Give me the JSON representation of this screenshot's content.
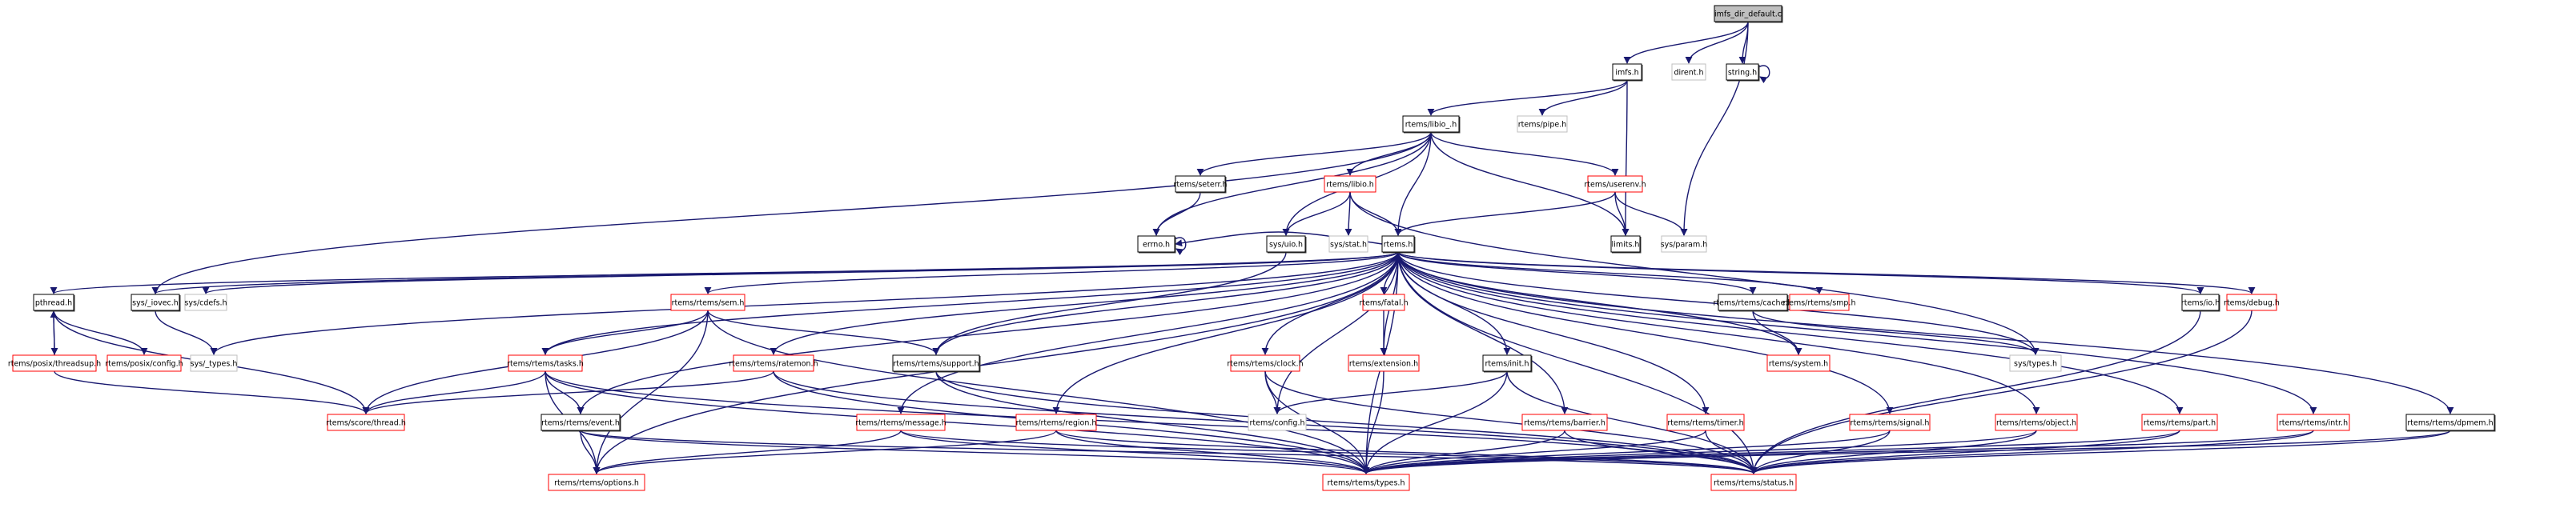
{
  "title": "imfs_dir_default.c include dependency graph",
  "colors": {
    "edge": "#191970",
    "root_fill": "#bfbfbf",
    "documented_border": "#000000",
    "undocumented_border": "#ff0000",
    "external_border": "#bfbfbf"
  },
  "nodes": [
    {
      "id": "root",
      "label": "imfs_dir_default.c",
      "kind": "root"
    },
    {
      "id": "imfs",
      "label": "imfs.h",
      "kind": "documented"
    },
    {
      "id": "dirent",
      "label": "dirent.h",
      "kind": "external"
    },
    {
      "id": "string",
      "label": "string.h",
      "kind": "documented"
    },
    {
      "id": "libio_",
      "label": "rtems/libio_.h",
      "kind": "documented"
    },
    {
      "id": "pipe",
      "label": "rtems/pipe.h",
      "kind": "external"
    },
    {
      "id": "seterr",
      "label": "rtems/seterr.h",
      "kind": "documented"
    },
    {
      "id": "libio",
      "label": "rtems/libio.h",
      "kind": "undocumented"
    },
    {
      "id": "userenv",
      "label": "rtems/userenv.h",
      "kind": "undocumented"
    },
    {
      "id": "errno",
      "label": "errno.h",
      "kind": "documented"
    },
    {
      "id": "uio",
      "label": "sys/uio.h",
      "kind": "documented"
    },
    {
      "id": "stat",
      "label": "sys/stat.h",
      "kind": "external"
    },
    {
      "id": "rtems",
      "label": "rtems.h",
      "kind": "documented"
    },
    {
      "id": "limits",
      "label": "limits.h",
      "kind": "documented"
    },
    {
      "id": "param",
      "label": "sys/param.h",
      "kind": "external"
    },
    {
      "id": "pthread",
      "label": "pthread.h",
      "kind": "documented"
    },
    {
      "id": "iovec",
      "label": "sys/_iovec.h",
      "kind": "documented"
    },
    {
      "id": "cdefs",
      "label": "sys/cdefs.h",
      "kind": "external"
    },
    {
      "id": "sem",
      "label": "rtems/rtems/sem.h",
      "kind": "undocumented"
    },
    {
      "id": "fatal",
      "label": "rtems/fatal.h",
      "kind": "undocumented"
    },
    {
      "id": "cache",
      "label": "rtems/rtems/cache.h",
      "kind": "documented"
    },
    {
      "id": "smp",
      "label": "rtems/rtems/smp.h",
      "kind": "undocumented"
    },
    {
      "id": "io",
      "label": "rtems/io.h",
      "kind": "documented"
    },
    {
      "id": "debug",
      "label": "rtems/debug.h",
      "kind": "undocumented"
    },
    {
      "id": "threadsup",
      "label": "rtems/posix/threadsup.h",
      "kind": "undocumented"
    },
    {
      "id": "posixconfig",
      "label": "rtems/posix/config.h",
      "kind": "undocumented"
    },
    {
      "id": "_types",
      "label": "sys/_types.h",
      "kind": "external"
    },
    {
      "id": "tasks",
      "label": "rtems/rtems/tasks.h",
      "kind": "undocumented"
    },
    {
      "id": "ratemon",
      "label": "rtems/rtems/ratemon.h",
      "kind": "undocumented"
    },
    {
      "id": "support",
      "label": "rtems/rtems/support.h",
      "kind": "documented"
    },
    {
      "id": "clock",
      "label": "rtems/rtems/clock.h",
      "kind": "undocumented"
    },
    {
      "id": "extension",
      "label": "rtems/extension.h",
      "kind": "undocumented"
    },
    {
      "id": "init",
      "label": "rtems/init.h",
      "kind": "documented"
    },
    {
      "id": "system",
      "label": "rtems/system.h",
      "kind": "undocumented"
    },
    {
      "id": "systypes",
      "label": "sys/types.h",
      "kind": "external"
    },
    {
      "id": "thread",
      "label": "rtems/score/thread.h",
      "kind": "undocumented"
    },
    {
      "id": "event",
      "label": "rtems/rtems/event.h",
      "kind": "documented"
    },
    {
      "id": "message",
      "label": "rtems/rtems/message.h",
      "kind": "undocumented"
    },
    {
      "id": "region",
      "label": "rtems/rtems/region.h",
      "kind": "undocumented"
    },
    {
      "id": "config",
      "label": "rtems/config.h",
      "kind": "external"
    },
    {
      "id": "barrier",
      "label": "rtems/rtems/barrier.h",
      "kind": "undocumented"
    },
    {
      "id": "timer",
      "label": "rtems/rtems/timer.h",
      "kind": "undocumented"
    },
    {
      "id": "signal",
      "label": "rtems/rtems/signal.h",
      "kind": "undocumented"
    },
    {
      "id": "object",
      "label": "rtems/rtems/object.h",
      "kind": "undocumented"
    },
    {
      "id": "part",
      "label": "rtems/rtems/part.h",
      "kind": "undocumented"
    },
    {
      "id": "intr",
      "label": "rtems/rtems/intr.h",
      "kind": "undocumented"
    },
    {
      "id": "dpmem",
      "label": "rtems/rtems/dpmem.h",
      "kind": "documented"
    },
    {
      "id": "options",
      "label": "rtems/rtems/options.h",
      "kind": "undocumented"
    },
    {
      "id": "types",
      "label": "rtems/rtems/types.h",
      "kind": "undocumented"
    },
    {
      "id": "status",
      "label": "rtems/rtems/status.h",
      "kind": "undocumented"
    }
  ],
  "edges": [
    [
      "root",
      "imfs"
    ],
    [
      "root",
      "dirent"
    ],
    [
      "root",
      "string"
    ],
    [
      "root",
      "param"
    ],
    [
      "string",
      "string"
    ],
    [
      "imfs",
      "libio_"
    ],
    [
      "imfs",
      "pipe"
    ],
    [
      "imfs",
      "limits"
    ],
    [
      "libio_",
      "seterr"
    ],
    [
      "libio_",
      "errno"
    ],
    [
      "libio_",
      "libio"
    ],
    [
      "libio_",
      "userenv"
    ],
    [
      "libio_",
      "uio"
    ],
    [
      "libio_",
      "rtems"
    ],
    [
      "libio_",
      "limits"
    ],
    [
      "libio_",
      "iovec"
    ],
    [
      "seterr",
      "errno"
    ],
    [
      "errno",
      "errno"
    ],
    [
      "libio",
      "uio"
    ],
    [
      "libio",
      "stat"
    ],
    [
      "libio",
      "rtems"
    ],
    [
      "libio",
      "systypes"
    ],
    [
      "userenv",
      "rtems"
    ],
    [
      "userenv",
      "limits"
    ],
    [
      "userenv",
      "param"
    ],
    [
      "uio",
      "support"
    ],
    [
      "rtems",
      "pthread"
    ],
    [
      "rtems",
      "iovec"
    ],
    [
      "rtems",
      "cdefs"
    ],
    [
      "rtems",
      "_types"
    ],
    [
      "rtems",
      "sem"
    ],
    [
      "rtems",
      "tasks"
    ],
    [
      "rtems",
      "event"
    ],
    [
      "rtems",
      "options"
    ],
    [
      "rtems",
      "ratemon"
    ],
    [
      "rtems",
      "support"
    ],
    [
      "rtems",
      "message"
    ],
    [
      "rtems",
      "region"
    ],
    [
      "rtems",
      "config"
    ],
    [
      "rtems",
      "clock"
    ],
    [
      "rtems",
      "fatal"
    ],
    [
      "rtems",
      "extension"
    ],
    [
      "rtems",
      "init"
    ],
    [
      "rtems",
      "barrier"
    ],
    [
      "rtems",
      "timer"
    ],
    [
      "rtems",
      "signal"
    ],
    [
      "rtems",
      "object"
    ],
    [
      "rtems",
      "part"
    ],
    [
      "rtems",
      "intr"
    ],
    [
      "rtems",
      "dpmem"
    ],
    [
      "rtems",
      "cache"
    ],
    [
      "rtems",
      "smp"
    ],
    [
      "rtems",
      "system"
    ],
    [
      "rtems",
      "io"
    ],
    [
      "rtems",
      "debug"
    ],
    [
      "rtems",
      "systypes"
    ],
    [
      "rtems",
      "types"
    ],
    [
      "rtems",
      "status"
    ],
    [
      "rtems",
      "errno"
    ],
    [
      "pthread",
      "threadsup"
    ],
    [
      "pthread",
      "posixconfig"
    ],
    [
      "pthread",
      "thread"
    ],
    [
      "threadsup",
      "pthread"
    ],
    [
      "threadsup",
      "thread"
    ],
    [
      "iovec",
      "_types"
    ],
    [
      "sem",
      "tasks"
    ],
    [
      "sem",
      "support"
    ],
    [
      "sem",
      "options"
    ],
    [
      "sem",
      "types"
    ],
    [
      "sem",
      "thread"
    ],
    [
      "tasks",
      "thread"
    ],
    [
      "tasks",
      "event"
    ],
    [
      "tasks",
      "options"
    ],
    [
      "tasks",
      "types"
    ],
    [
      "tasks",
      "status"
    ],
    [
      "ratemon",
      "thread"
    ],
    [
      "ratemon",
      "types"
    ],
    [
      "ratemon",
      "status"
    ],
    [
      "support",
      "types"
    ],
    [
      "support",
      "status"
    ],
    [
      "fatal",
      "extension"
    ],
    [
      "extension",
      "types"
    ],
    [
      "clock",
      "config"
    ],
    [
      "clock",
      "types"
    ],
    [
      "clock",
      "status"
    ],
    [
      "init",
      "config"
    ],
    [
      "init",
      "types"
    ],
    [
      "init",
      "status"
    ],
    [
      "cache",
      "system"
    ],
    [
      "cache",
      "systypes"
    ],
    [
      "event",
      "options"
    ],
    [
      "event",
      "types"
    ],
    [
      "event",
      "status"
    ],
    [
      "message",
      "options"
    ],
    [
      "message",
      "types"
    ],
    [
      "message",
      "status"
    ],
    [
      "region",
      "options"
    ],
    [
      "region",
      "types"
    ],
    [
      "region",
      "status"
    ],
    [
      "barrier",
      "types"
    ],
    [
      "barrier",
      "status"
    ],
    [
      "timer",
      "types"
    ],
    [
      "timer",
      "status"
    ],
    [
      "signal",
      "types"
    ],
    [
      "signal",
      "status"
    ],
    [
      "object",
      "types"
    ],
    [
      "object",
      "status"
    ],
    [
      "part",
      "types"
    ],
    [
      "part",
      "status"
    ],
    [
      "intr",
      "types"
    ],
    [
      "intr",
      "status"
    ],
    [
      "dpmem",
      "types"
    ],
    [
      "dpmem",
      "status"
    ],
    [
      "io",
      "status"
    ],
    [
      "debug",
      "status"
    ]
  ]
}
